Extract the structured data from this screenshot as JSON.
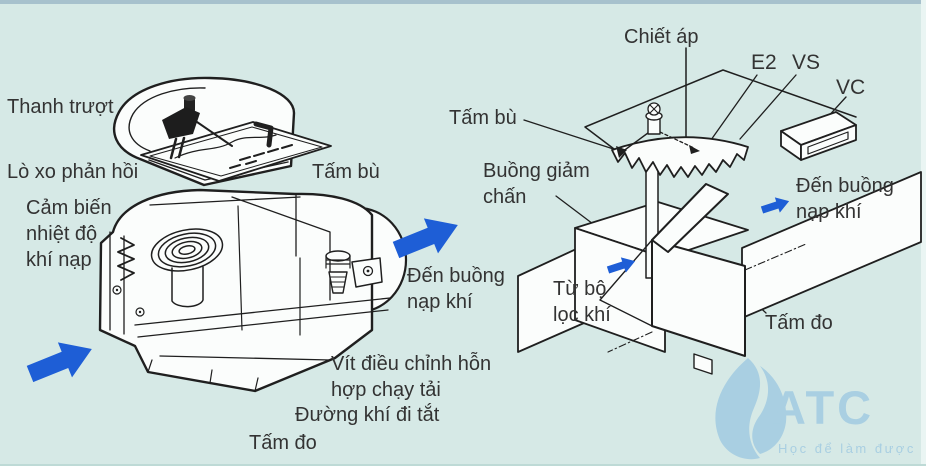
{
  "page": {
    "background": "#d6e9e6"
  },
  "colors": {
    "arrow_blue": "#1e5ed6",
    "line_dark": "#1f1f1f",
    "text": "#333333",
    "watermark_blue": "#a9cfe2",
    "top_strip": "#a7c1cd",
    "right_strip": "#eaf5f3"
  },
  "left_diagram": {
    "labels": {
      "slider_track": "Thanh trượt",
      "return_spring": "Lò xo phản hồi",
      "intake_temp_sensor_l1": "Cảm biến",
      "intake_temp_sensor_l2": "nhiệt độ",
      "intake_temp_sensor_l3": "khí nạp",
      "compensation_plate": "Tấm bù",
      "to_intake_chamber_l1": "Đến buồng",
      "to_intake_chamber_l2": "nạp khí",
      "idle_mixture_screw_l1": "Vít điều chỉnh hỗn",
      "idle_mixture_screw_l2": "hợp chạy tải",
      "bypass_passage": "Đường khí đi tắt",
      "measuring_plate": "Tấm đo"
    }
  },
  "right_diagram": {
    "labels": {
      "potentiometer": "Chiết áp",
      "terminal_e2": "E2",
      "terminal_vs": "VS",
      "terminal_vc": "VC",
      "compensation_plate": "Tấm bù",
      "damping_chamber_l1": "Buồng giảm",
      "damping_chamber_l2": "chấn",
      "to_intake_chamber_l1": "Đến buồng",
      "to_intake_chamber_l2": "nạp khí",
      "from_air_filter_l1": "Từ bộ",
      "from_air_filter_l2": "lọc khí",
      "measuring_plate": "Tấm đo"
    }
  },
  "watermark": {
    "brand": "ATC",
    "tagline": "Học để làm được"
  }
}
